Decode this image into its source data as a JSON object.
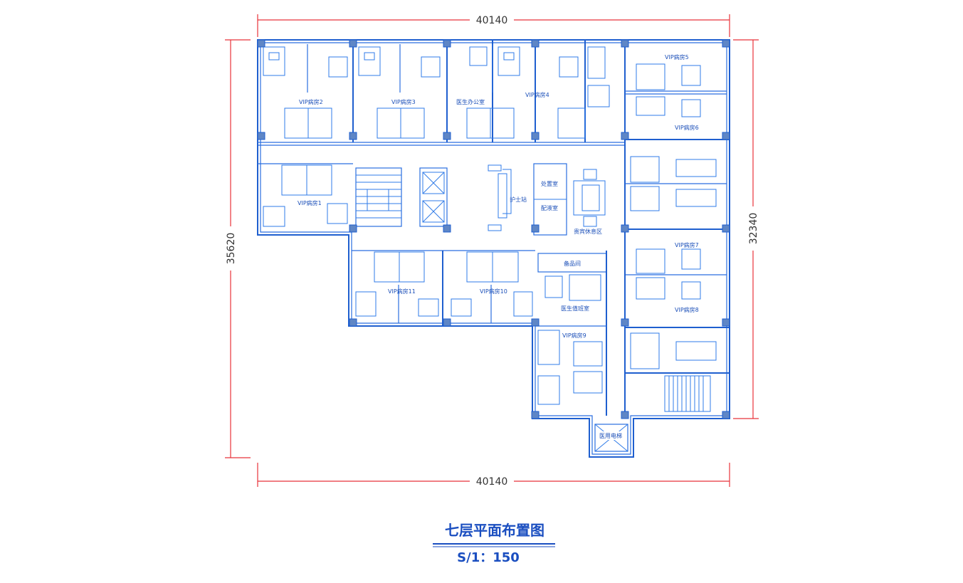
{
  "dimensions": {
    "top_width": "40140",
    "bottom_width": "40140",
    "left_height": "35620",
    "right_height": "32340"
  },
  "rooms": {
    "vip2": "VIP病房2",
    "vip3": "VIP病房3",
    "doctor_office": "医生办公室",
    "vip4": "VIP病房4",
    "vip5": "VIP病房5",
    "vip6": "VIP病房6",
    "vip1": "VIP病房1",
    "treatment": "处置室",
    "nurse_station": "护士站",
    "dispensary": "配液室",
    "lounge": "贵宾休息区",
    "vip7": "VIP病房7",
    "storage": "备品间",
    "vip11": "VIP病房11",
    "vip10": "VIP病房10",
    "duty_room": "医生值班室",
    "vip8": "VIP病房8",
    "vip9": "VIP病房9",
    "medical_elevator": "医用电梯"
  },
  "title": "七层平面布置图",
  "scale": "S/1：150",
  "colors": {
    "walls": "#1f5fcf",
    "dimension": "#e8333a",
    "title": "#1a4ec0"
  }
}
